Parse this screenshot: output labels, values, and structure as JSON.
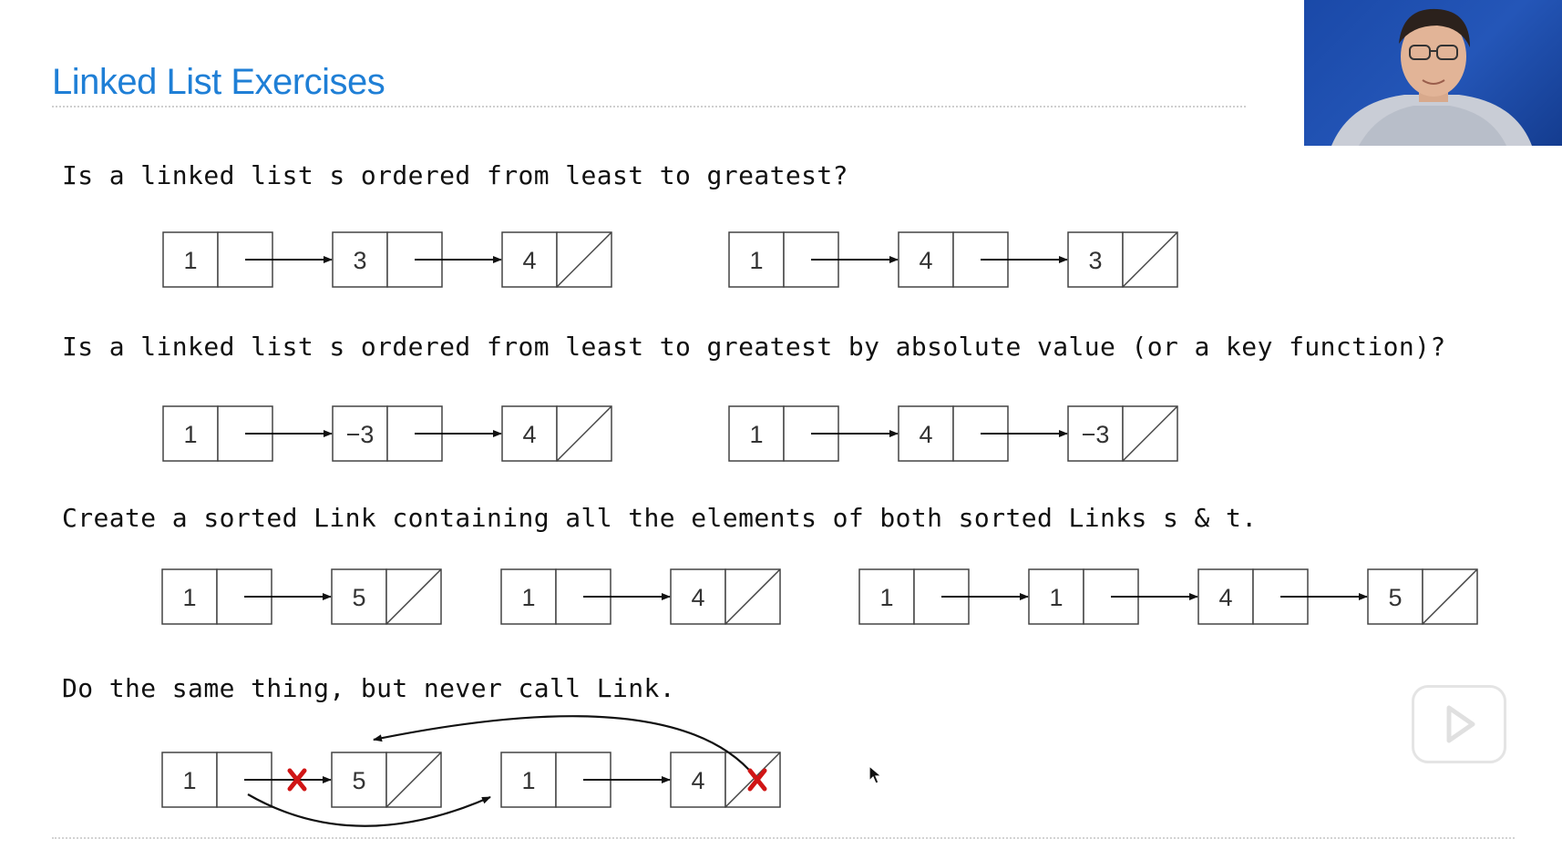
{
  "slide": {
    "title": "Linked List Exercises"
  },
  "questions": [
    "Is a linked list s ordered from least to greatest?",
    "Is a linked list s ordered from least to greatest by absolute value (or a key function)?",
    "Create a sorted Link containing all the elements of both sorted Links s & t.",
    "Do the same thing, but never call Link."
  ],
  "lists": {
    "q1_a": [
      "1",
      "3",
      "4"
    ],
    "q1_b": [
      "1",
      "4",
      "3"
    ],
    "q2_a": [
      "1",
      "-3",
      "4"
    ],
    "q2_b": [
      "1",
      "4",
      "-3"
    ],
    "q3_s": [
      "1",
      "5"
    ],
    "q3_t": [
      "1",
      "4"
    ],
    "q3_result": [
      "1",
      "1",
      "4",
      "5"
    ],
    "q4_s": [
      "1",
      "5"
    ],
    "q4_t": [
      "1",
      "4"
    ]
  },
  "colors": {
    "title": "#1f7fd6",
    "cut_mark": "#d01515",
    "box_border": "#444444"
  },
  "icons": {
    "cut_mark": "red-x-icon",
    "video_play": "play-icon",
    "pointer": "cursor-icon"
  }
}
